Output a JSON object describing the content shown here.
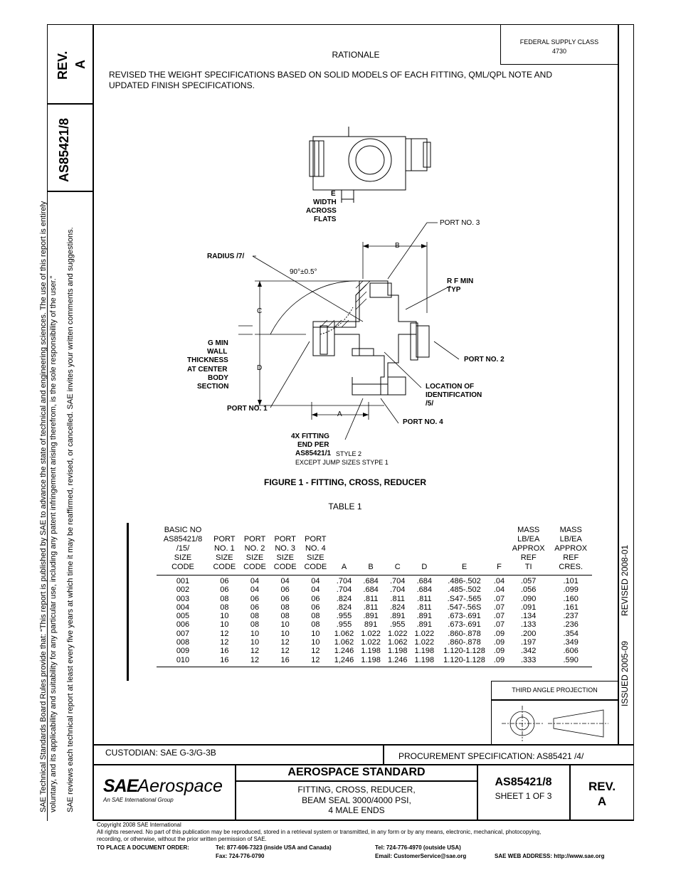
{
  "side": {
    "rev_label": "REV.",
    "rev_value": "A",
    "doc_number": "AS85421/8",
    "notice_line1": "SAE Technical Standards Board Rules provide that: “This report is published by SAE to advance the state of technical and engineering sciences. The use of this report is entirely",
    "notice_line2": "voluntary, and its applicability and suitability for any particular use, including any patent infringement arising therefrom, is the sole responsibility of the user.”",
    "notice_line3": "SAE reviews each technical report at least every five years at which time it may be reaffirmed, revised, or cancelled. SAE invites your written comments and suggestions.",
    "issued": "ISSUED 2005-09",
    "revised": "REVISED 2008-01"
  },
  "header": {
    "federal_supply_class": "FEDERAL SUPPLY CLASS",
    "fsc_number": "4730",
    "rationale_title": "RATIONALE",
    "rationale_text": "REVISED THE WEIGHT SPECIFICATIONS BASED ON SOLID MODELS OF EACH FITTING, QML/QPL NOTE AND UPDATED FINISH SPECIFICATIONS."
  },
  "figure": {
    "labels": {
      "e_line1": "E",
      "e_line2": "WIDTH",
      "e_line3": "ACROSS",
      "e_line4": "FLATS",
      "port3": "PORT NO. 3",
      "b": "B",
      "radius": "RADIUS /7/",
      "angle": "90°±0.5°",
      "rf1": "R F MIN",
      "rf2": "TYP",
      "c": "C",
      "gmin1": "G MIN",
      "gmin2": "WALL",
      "gmin3": "THICKNESS",
      "gmin4": "AT CENTER",
      "gmin5": "BODY",
      "gmin6": "SECTION",
      "d": "D",
      "port2": "PORT NO. 2",
      "loc1": "LOCATION OF",
      "loc2": "IDENTIFICATION",
      "loc3": "/5/",
      "port1": "PORT NO. 1",
      "a": "A",
      "port4": "PORT NO. 4",
      "fit1": "4X FITTING",
      "fit2": "END PER",
      "fit3": "AS85421/1",
      "fit3b": "STYLE 2",
      "fit4": "EXCEPT JUMP SIZES STYPE 1"
    },
    "caption": "FIGURE 1 - FITTING, CROSS, REDUCER"
  },
  "table": {
    "title": "TABLE 1",
    "headers": [
      [
        "BASIC NO",
        "AS85421/8",
        "/15/",
        "SIZE",
        "CODE"
      ],
      [
        "PORT",
        "NO. 1",
        "SIZE",
        "CODE"
      ],
      [
        "PORT",
        "NO. 2",
        "SIZE",
        "CODE"
      ],
      [
        "PORT",
        "NO. 3",
        "SIZE",
        "CODE"
      ],
      [
        "PORT",
        "NO. 4",
        "SIZE",
        "CODE"
      ],
      [
        "A"
      ],
      [
        "B"
      ],
      [
        "C"
      ],
      [
        "D"
      ],
      [
        "E"
      ],
      [
        "F"
      ],
      [
        "MASS",
        "LB/EA",
        "APPROX",
        "REF",
        "TI"
      ],
      [
        "MASS",
        "LB/EA",
        "APPROX",
        "REF",
        "CRES."
      ]
    ],
    "rows": [
      [
        "001",
        "06",
        "04",
        "04",
        "04",
        ".704",
        ".684",
        ".704",
        ".684",
        ".486-.502",
        ".04",
        ".057",
        ".101"
      ],
      [
        "002",
        "06",
        "04",
        "06",
        "04",
        ".704",
        ".684",
        ".704",
        ".684",
        ".485-.502",
        ".04",
        ".056",
        ".099"
      ],
      [
        "003",
        "08",
        "06",
        "06",
        "06",
        ".824",
        ".811",
        ".811",
        ".811",
        ".S47-.565",
        ".07",
        ".090",
        ".160"
      ],
      [
        "004",
        "08",
        "06",
        "08",
        "06",
        ".824",
        ".811",
        ".824",
        ".811",
        ".547-.56S",
        ".07",
        ".091",
        ".161"
      ],
      [
        "005",
        "10",
        "08",
        "08",
        "08",
        ".955",
        ".891",
        ".891",
        ".891",
        ".673-.691",
        ".07",
        ".134",
        ".237"
      ],
      [
        "006",
        "10",
        "08",
        "10",
        "08",
        ".955",
        "891",
        ".955",
        ".891",
        ".673-.691",
        ".07",
        ".133",
        ".236"
      ],
      [
        "007",
        "12",
        "10",
        "10",
        "10",
        "1.062",
        "1.022",
        "1.022",
        "1.022",
        ".860-.878",
        ".09",
        ".200",
        ".354"
      ],
      [
        "008",
        "12",
        "10",
        "12",
        "10",
        "1.062",
        "1.022",
        "1.062",
        "1.022",
        ".860-.878",
        ".09",
        ".197",
        ".349"
      ],
      [
        "009",
        "16",
        "12",
        "12",
        "12",
        "1.246",
        "1.198",
        "1.198",
        "1.198",
        "1.120-1.128",
        ".09",
        ".342",
        ".606"
      ],
      [
        "010",
        "16",
        "12",
        "16",
        "12",
        "1,246",
        "1.198",
        "1.246",
        "1.198",
        "1.120-1.128",
        ".09",
        ".333",
        ".590"
      ]
    ]
  },
  "projection": {
    "label": "THIRD ANGLE PROJECTION"
  },
  "titleblock": {
    "custodian": "CUSTODIAN: SAE G-3/G-3B",
    "procurement": "PROCUREMENT SPECIFICATION: AS85421 /4/",
    "logo_sae": "SAE",
    "logo_aerospace": "Aerospace",
    "logo_group": "An SAE International Group",
    "standard": "AEROSPACE STANDARD",
    "desc1": "FITTING, CROSS, REDUCER,",
    "desc2": "BEAM SEAL 3000/4000 PSI,",
    "desc3": "4 MALE ENDS",
    "doc_number": "AS85421/8",
    "sheet": "SHEET 1 OF 3",
    "rev_label": "REV.",
    "rev_value": "A"
  },
  "footer": {
    "copyright": "Copyright 2008 SAE International",
    "rights": "All rights reserved. No part of this publication may be reproduced, stored in a retrieval system or transmitted, in any form or by any means, electronic, mechanical, photocopying,",
    "rights2": "recording, or otherwise, without the prior written permission of SAE.",
    "order_label": "TO PLACE A DOCUMENT ORDER:",
    "tel_in": "Tel: 877-606-7323 (inside USA and Canada)",
    "fax": "Fax: 724-776-0790",
    "tel_out": "Tel: 724-776-4970 (outside USA)",
    "email": "Email: CustomerService@sae.org",
    "web": "SAE WEB ADDRESS: http://www.sae.org"
  }
}
